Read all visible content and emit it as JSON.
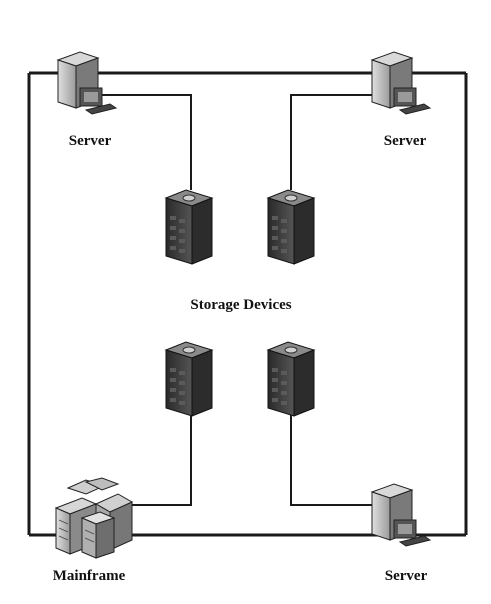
{
  "labels": {
    "server_top_left": "Server",
    "server_top_right": "Server",
    "storage": "Storage Devices",
    "mainframe": "Mainframe",
    "server_bottom_right": "Server"
  },
  "colors": {
    "line": "#1a1a1a",
    "device_dark": "#3a3a3a",
    "device_mid": "#6b6b6b",
    "device_light": "#bdbdbd"
  }
}
